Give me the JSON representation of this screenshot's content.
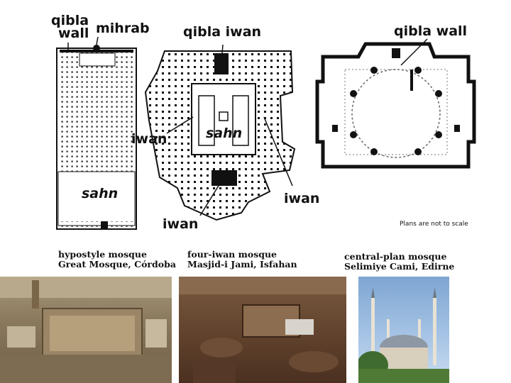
{
  "labels": {
    "qibla_wall_left": [
      "qibla",
      "wall"
    ],
    "mihrab": "mihrab",
    "qibla_iwan": "qibla iwan",
    "qibla_wall_right": "qibla wall",
    "iwan_left": "iwan",
    "iwan_right": "iwan",
    "iwan_bottom": "iwan",
    "sahn_left": "sahn",
    "sahn_center": "sahn",
    "note": "Plans are not to scale"
  },
  "captions": [
    {
      "type": "hypostyle mosque",
      "name": "Great Mosque, Córdoba"
    },
    {
      "type": "four-iwan mosque",
      "name": "Masjid-i Jami, Isfahan"
    },
    {
      "type": "central-plan mosque",
      "name": "Selimiye Cami, Edirne"
    }
  ],
  "colors": {
    "ink": "#111111",
    "photo_cordoba": "#8b7a5e",
    "photo_isfahan": "#6b4a32",
    "photo_edirne_sky": "#8fb3d8"
  }
}
